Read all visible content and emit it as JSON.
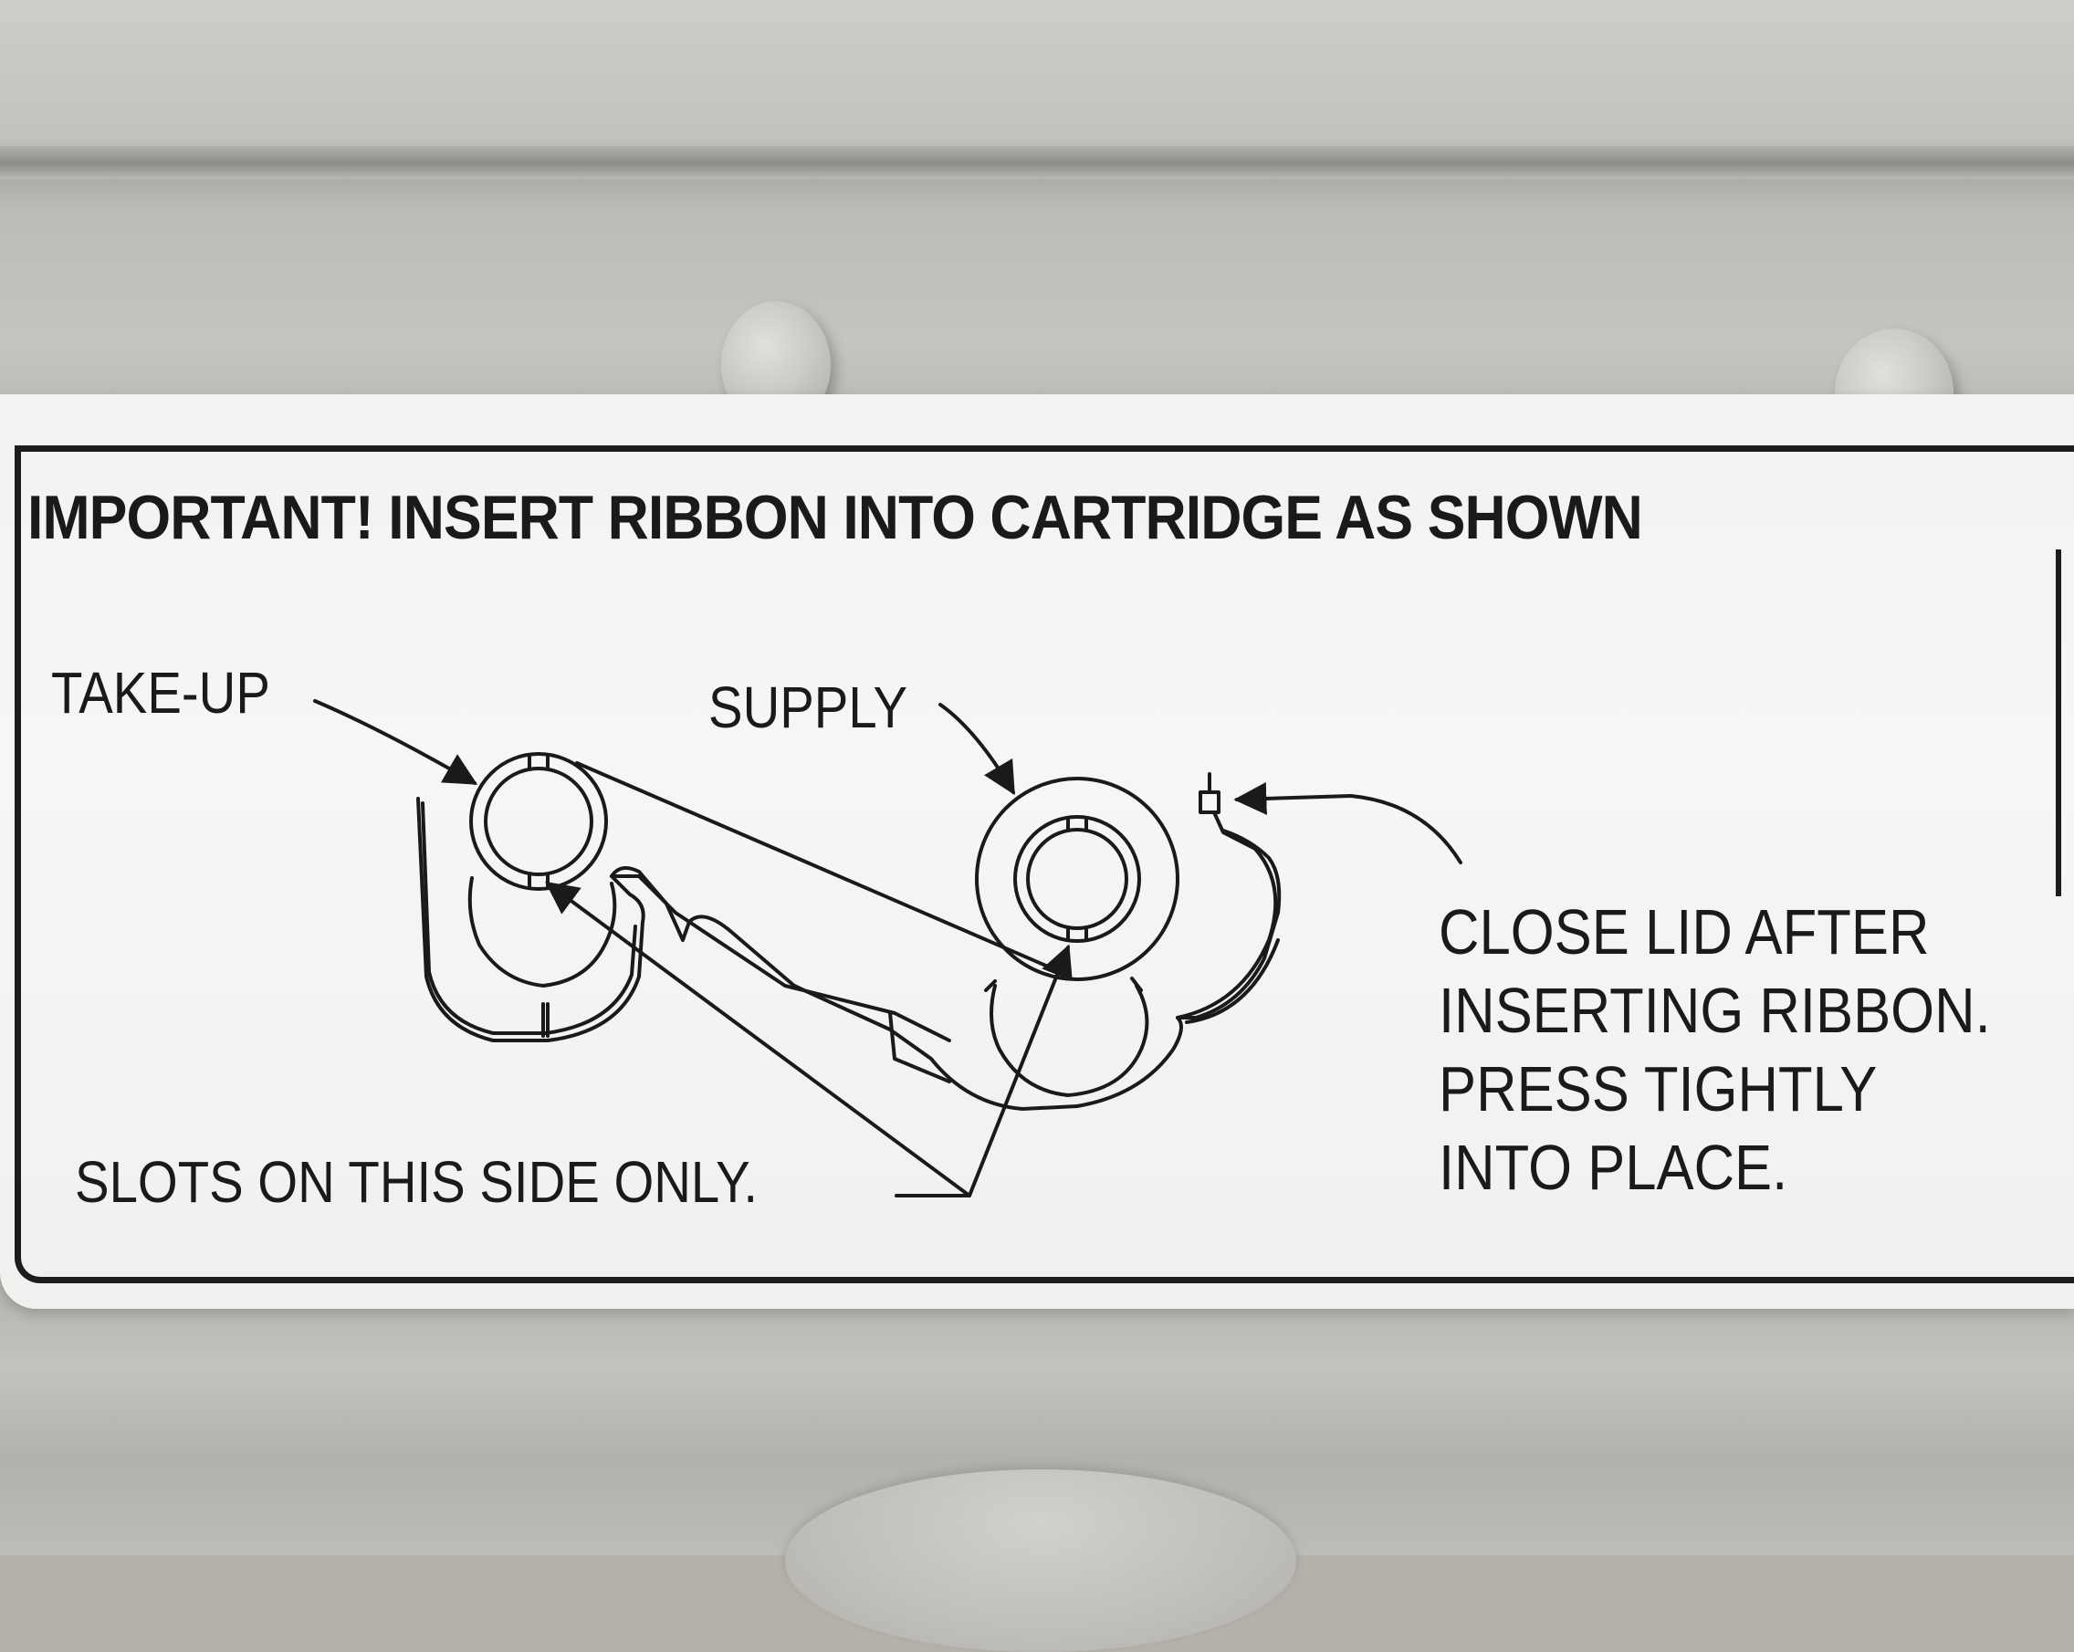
{
  "label": {
    "heading": "IMPORTANT! INSERT RIBBON INTO CARTRIDGE AS SHOWN",
    "callouts": {
      "take_up": "TAKE-UP",
      "supply": "SUPPLY",
      "slots": "SLOTS ON THIS SIDE ONLY."
    },
    "instructions": [
      "CLOSE LID AFTER",
      "INSERTING RIBBON.",
      "PRESS TIGHTLY",
      "INTO PLACE."
    ]
  },
  "colors": {
    "plastic": "#c4c2bd",
    "label_paper": "#f4f4f2",
    "ink": "#1a1a1a"
  }
}
